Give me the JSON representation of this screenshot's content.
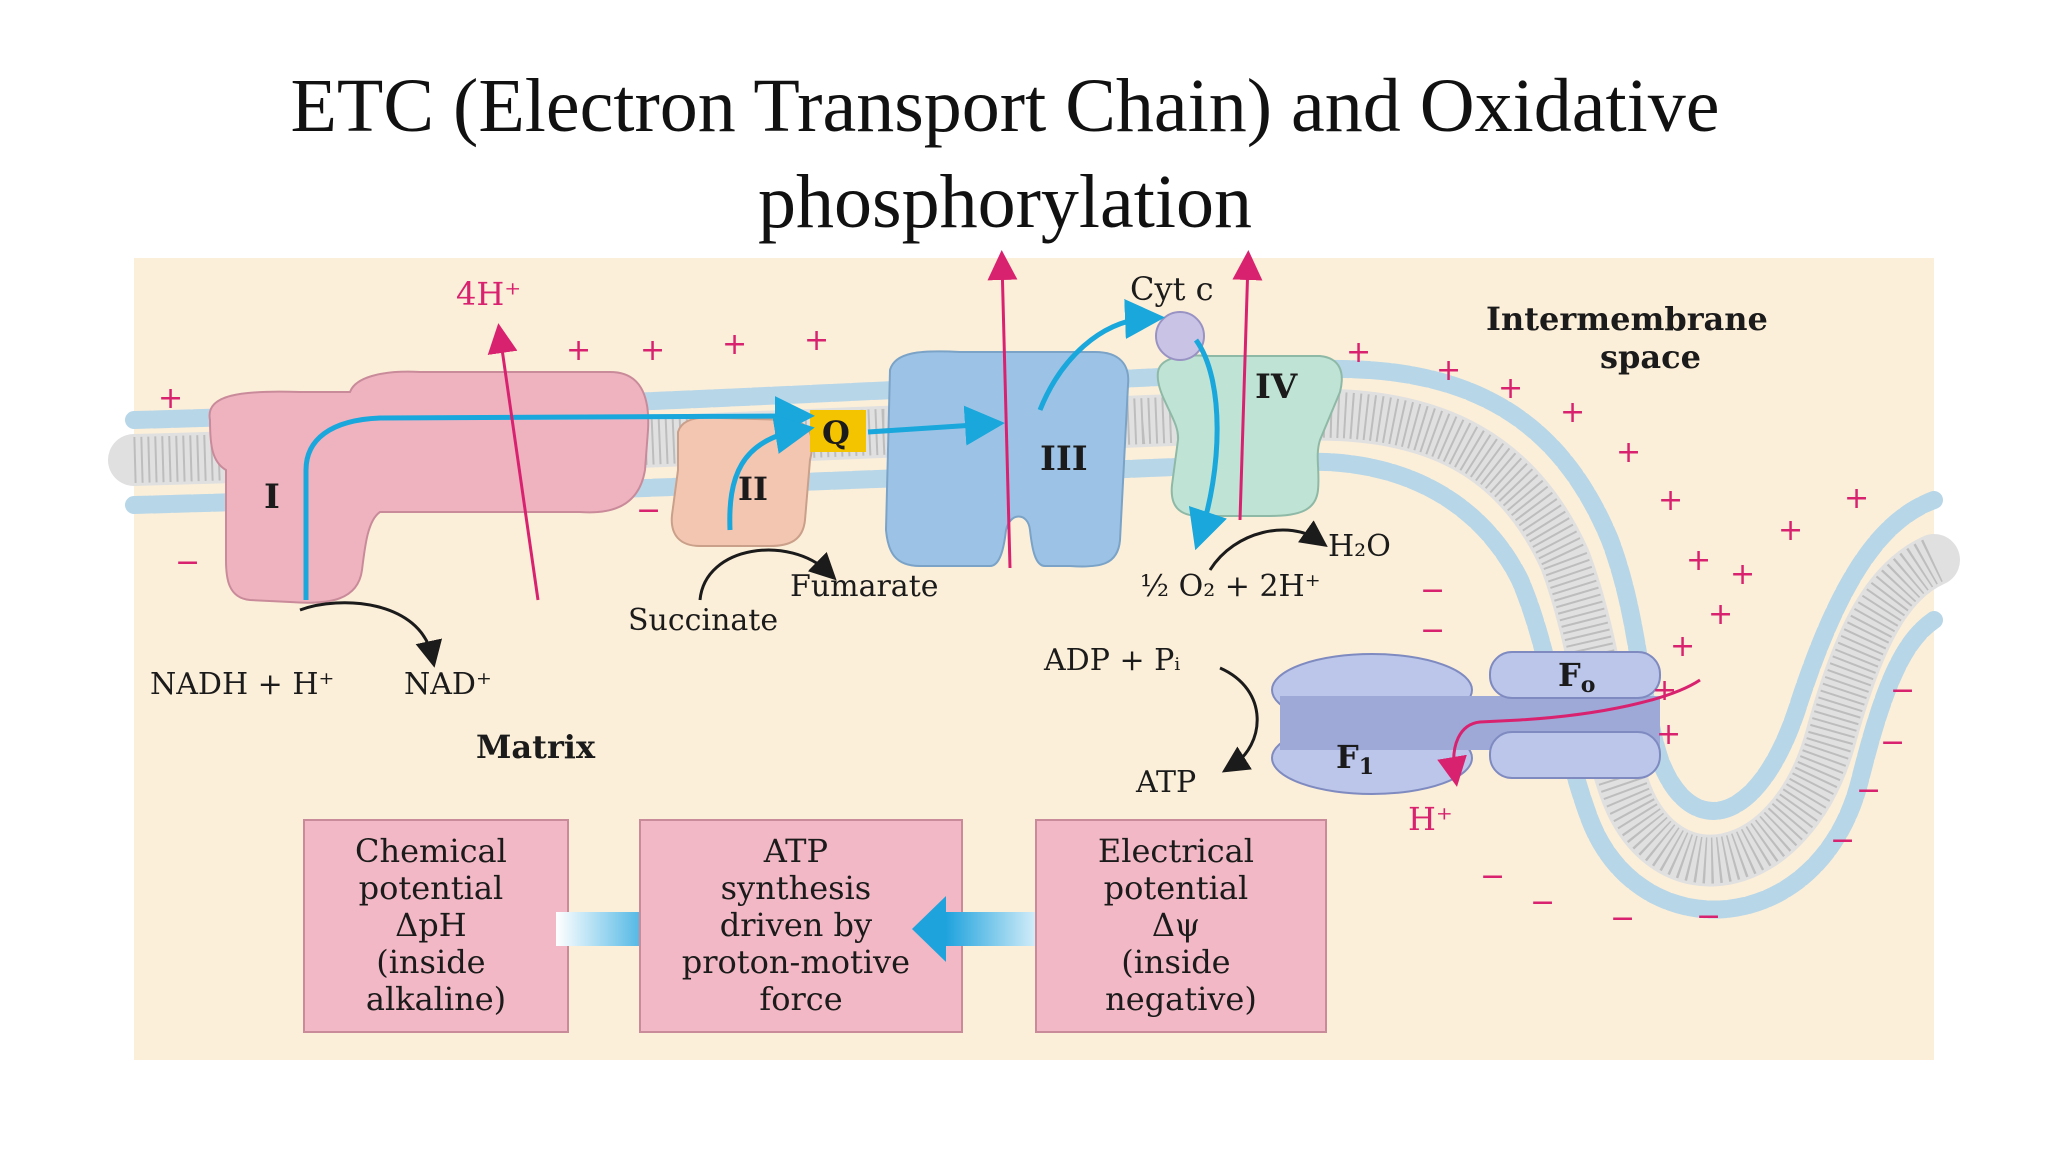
{
  "title": {
    "line1": "ETC (Electron Transport Chain)  and Oxidative",
    "line2": "phosphorylation"
  },
  "complexes": {
    "I": "I",
    "II": "II",
    "III": "III",
    "IV": "IV",
    "Q": "Q",
    "cyt_c": "Cyt c",
    "Fo": "Fo",
    "F1": "F1"
  },
  "labels": {
    "intermembrane_line1": "Intermembrane",
    "intermembrane_line2": "space",
    "matrix": "Matrix",
    "proton_out": "4H⁺",
    "proton_in": "H⁺",
    "nadh": "NADH + H⁺",
    "nad": "NAD⁺",
    "succinate": "Succinate",
    "fumarate": "Fumarate",
    "water": "H₂O",
    "oxygen": "½ O₂ + 2H⁺",
    "adp": "ADP + Pᵢ",
    "atp": "ATP"
  },
  "boxes": {
    "chemical": [
      "Chemical",
      "potential",
      "ΔpH",
      "(inside",
      "alkaline)"
    ],
    "atp_synthesis": [
      "ATP",
      "synthesis",
      "driven by",
      "proton-motive",
      "force"
    ],
    "electrical": [
      "Electrical",
      "potential",
      "Δψ",
      "(inside",
      "negative)"
    ]
  },
  "colors": {
    "background": "#fcefd9",
    "membrane_head": "#b7d6e8",
    "membrane_outline": "#6a93ad",
    "complex_I": "#efb3c0",
    "complex_II": "#f3c6b1",
    "complex_III": "#9cc3e6",
    "complex_IV": "#bfe3d5",
    "q_box": "#f5c400",
    "atp_synthase": "#bcc6ea",
    "electron_arrow": "#19a7dc",
    "proton_arrow": "#d9226f",
    "info_box": "#f2b8c5"
  }
}
